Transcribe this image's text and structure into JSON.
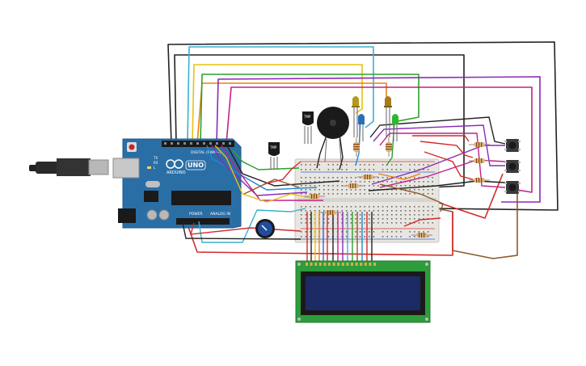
{
  "canvas": {
    "background": "#ffffff"
  },
  "arduino": {
    "brand": "ARDUINO",
    "model": "UNO",
    "label_digital": "DIGITAL (PWM~)",
    "label_power": "POWER",
    "label_analog": "ANALOG IN",
    "label_tx": "TX",
    "label_rx": "RX",
    "label_l": "L",
    "board_color": "#2a6ea6"
  },
  "usb_cable": {
    "icon": "usb-plug-icon"
  },
  "breadboard": {
    "color": "#e8e6e0",
    "rail_red": "#d23b3b",
    "rail_blue": "#3b5fd2"
  },
  "lcd": {
    "pcb_color": "#2e9c3a",
    "screen_color": "#1c2a66"
  },
  "potentiometer": {
    "knob_color": "#1f4d9e"
  },
  "temp_sensor": {
    "label": "TMP"
  },
  "buzzer": {
    "icon": "piezo-buzzer-icon"
  },
  "leds": [
    {
      "name": "yellow-led",
      "color": "#b59a1a"
    },
    {
      "name": "orange-led",
      "color": "#a67c1a"
    },
    {
      "name": "blue-led",
      "color": "#2a6fb5"
    },
    {
      "name": "green-led",
      "color": "#2eb82e"
    }
  ],
  "buttons": {
    "count": 3
  },
  "wire_colors": {
    "black": "#222222",
    "red": "#d42a2a",
    "orange": "#e8820e",
    "yellow": "#e8c20e",
    "green": "#2ea02e",
    "blue": "#1e88d8",
    "purple": "#8a2ab8",
    "magenta": "#c2208a",
    "brown": "#8b5a2b",
    "cyan": "#3ab0d0"
  }
}
